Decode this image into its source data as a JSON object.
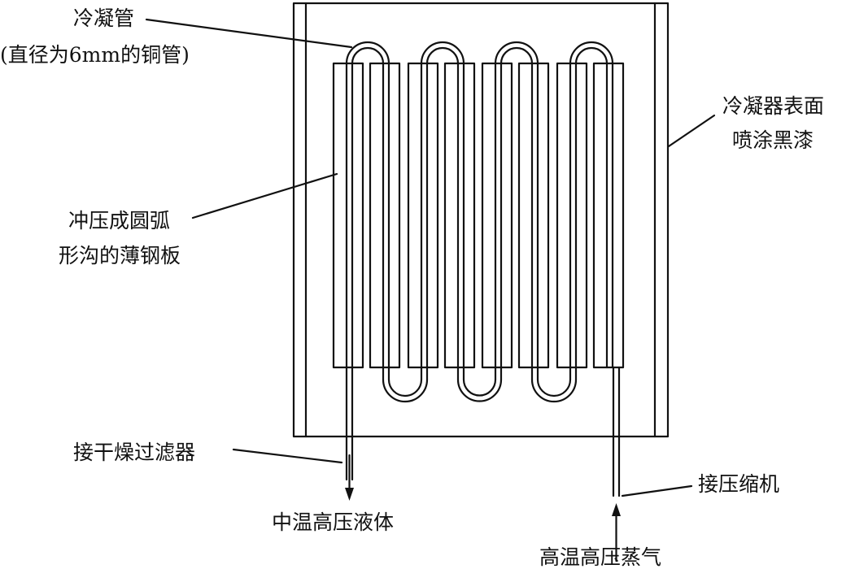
{
  "labels": {
    "condenser_tube": "冷凝管",
    "condenser_tube_note": "(直径为6mm的铜管)",
    "surface_line1": "冷凝器表面",
    "surface_line2": "喷涂黑漆",
    "plate_line1": "冲压成圆弧",
    "plate_line2": "形沟的薄钢板",
    "to_dryer": "接干燥过滤器",
    "outlet_fluid": "中温高压液体",
    "to_compressor": "接压缩机",
    "inlet_vapor": "高温高压蒸气"
  },
  "colors": {
    "stroke": "#111111",
    "background": "#ffffff"
  },
  "structure": {
    "fin_columns": 8,
    "top_bends": 4,
    "bottom_bends": 3
  }
}
